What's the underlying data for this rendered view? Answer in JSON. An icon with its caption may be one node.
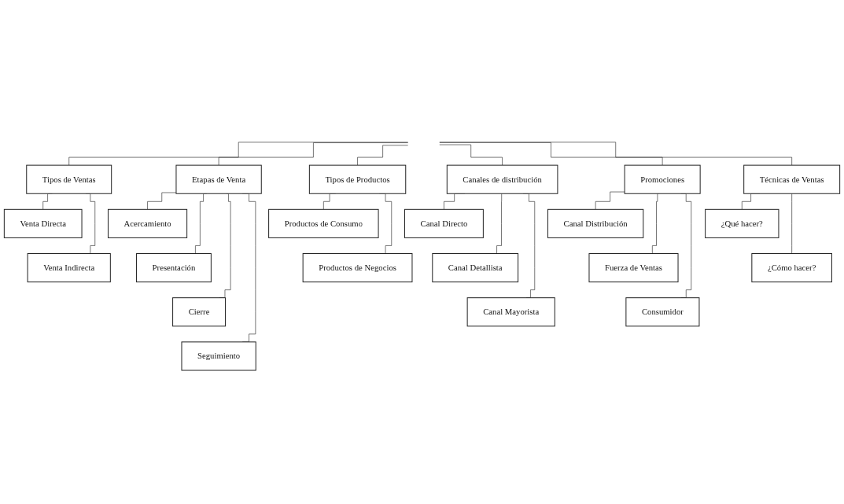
{
  "diagram": {
    "nodes": [
      {
        "text": [
          "Tipos de Ventas"
        ]
      },
      {
        "text": [
          "Etapas de Venta"
        ]
      },
      {
        "text": [
          "Tipos de Productos"
        ]
      },
      {
        "text": [
          "Canales de distribución"
        ]
      },
      {
        "text": [
          "Promociones"
        ]
      },
      {
        "text": [
          "Técnicas de Ventas"
        ]
      },
      {
        "text": [
          "Venta Directa"
        ]
      },
      {
        "text": [
          "Venta Indirecta"
        ]
      },
      {
        "text": [
          "Acercamiento"
        ]
      },
      {
        "text": [
          "Presentación"
        ]
      },
      {
        "text": [
          "Cierre"
        ]
      },
      {
        "text": [
          "Seguimiento"
        ]
      },
      {
        "text": [
          "Productos de Consumo"
        ]
      },
      {
        "text": [
          "Productos de Negocios"
        ]
      },
      {
        "text": [
          "Canal Directo"
        ]
      },
      {
        "text": [
          "Canal Detallista"
        ]
      },
      {
        "text": [
          "Canal Mayorista"
        ]
      },
      {
        "text": [
          "Canal Distribución"
        ]
      },
      {
        "text": [
          "Fuerza de Ventas"
        ]
      },
      {
        "text": [
          "Consumidor"
        ]
      },
      {
        "text": [
          "¿Qué hacer?"
        ]
      },
      {
        "text": [
          "¿Cómo hacer?"
        ]
      }
    ],
    "edges": [
      {
        "from": null,
        "to": 0,
        "arrow": "none"
      },
      {
        "from": null,
        "to": 1,
        "arrow": "none"
      },
      {
        "from": null,
        "to": 2,
        "arrow": "none"
      },
      {
        "from": null,
        "to": 3,
        "arrow": "none"
      },
      {
        "from": null,
        "to": 4,
        "arrow": "none"
      },
      {
        "from": null,
        "to": 5,
        "arrow": "none"
      },
      {
        "from": 0,
        "to": 6,
        "arrow": "none"
      },
      {
        "from": 0,
        "to": 7,
        "arrow": "none"
      },
      {
        "from": 1,
        "to": 8,
        "arrow": "none"
      },
      {
        "from": 1,
        "to": 9,
        "arrow": "none"
      },
      {
        "from": 1,
        "to": 10,
        "arrow": "none"
      },
      {
        "from": 1,
        "to": 11,
        "arrow": "none"
      },
      {
        "from": 2,
        "to": 12,
        "arrow": "none"
      },
      {
        "from": 2,
        "to": 13,
        "arrow": "none"
      },
      {
        "from": 3,
        "to": 14,
        "arrow": "none"
      },
      {
        "from": 3,
        "to": 15,
        "arrow": "none"
      },
      {
        "from": 3,
        "to": 16,
        "arrow": "none"
      },
      {
        "from": 4,
        "to": 17,
        "arrow": "none"
      },
      {
        "from": 4,
        "to": 18,
        "arrow": "none"
      },
      {
        "from": 4,
        "to": 19,
        "arrow": "none"
      },
      {
        "from": 5,
        "to": 20,
        "arrow": "none"
      },
      {
        "from": 5,
        "to": 21,
        "arrow": "none"
      }
    ]
  }
}
